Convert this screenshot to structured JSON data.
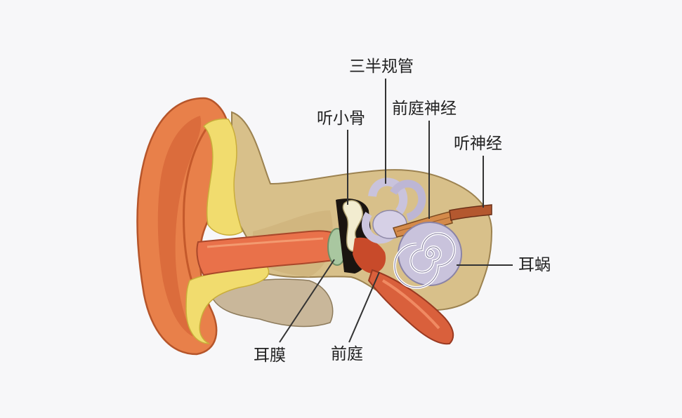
{
  "labels": {
    "semicircular_canals": "三半规管",
    "vestibular_nerve": "前庭神经",
    "auditory_ossicles": "听小骨",
    "auditory_nerve": "听神经",
    "cochlea": "耳蜗",
    "eardrum": "耳膜",
    "vestibule": "前庭"
  },
  "colors": {
    "background": "#f7f7f9",
    "auricle": "#e8804a",
    "auricle_shadow": "#c85a2c",
    "cartilage": "#f1dc6e",
    "bone": "#d8c08a",
    "bone_dark": "#b99e62",
    "canal": "#e9714a",
    "cochlea": "#c9c3dc",
    "nerve": "#b4582f",
    "eardrum": "#a9c7a0",
    "leader_line": "#333333"
  }
}
